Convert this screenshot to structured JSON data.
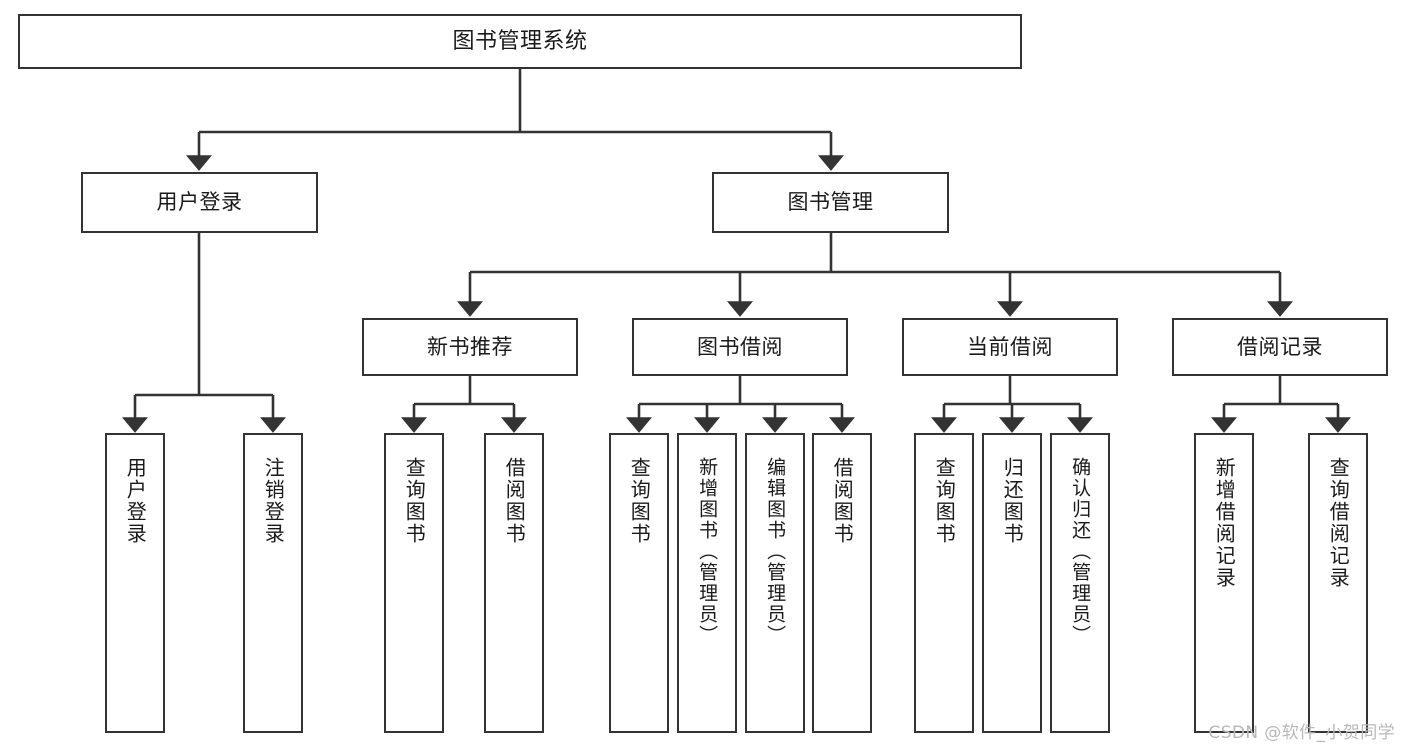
{
  "diagram": {
    "title": "图书管理系统",
    "type": "tree-hierarchy-chart",
    "line_color": "#333333",
    "box_fill": "#ffffff",
    "text_color": "#1a1a1a",
    "watermark": "CSDN @软件_小贺同学",
    "levels": {
      "root": "图书管理系统",
      "level2": [
        "用户登录",
        "图书管理"
      ],
      "level3": [
        "新书推荐",
        "图书借阅",
        "当前借阅",
        "借阅记录"
      ]
    },
    "nodes": {
      "root": {
        "label": "图书管理系统"
      },
      "user_login": {
        "label": "用户登录"
      },
      "book_manage": {
        "label": "图书管理"
      },
      "new_book_rec": {
        "label": "新书推荐"
      },
      "book_borrow": {
        "label": "图书借阅"
      },
      "current_borrow": {
        "label": "当前借阅"
      },
      "borrow_record": {
        "label": "借阅记录"
      },
      "leaf_user_login": {
        "label": "用户登录"
      },
      "leaf_user_logout": {
        "label": "注销登录"
      },
      "leaf_rec_query": {
        "label": "查询图书"
      },
      "leaf_rec_borrow": {
        "label": "借阅图书"
      },
      "leaf_borrow_query": {
        "label": "查询图书"
      },
      "leaf_borrow_add": {
        "label": "新增图书（管理员）"
      },
      "leaf_borrow_edit": {
        "label": "编辑图书（管理员）"
      },
      "leaf_borrow_do": {
        "label": "借阅图书"
      },
      "leaf_cur_query": {
        "label": "查询图书"
      },
      "leaf_cur_return": {
        "label": "归还图书"
      },
      "leaf_cur_confirm": {
        "label": "确认归还（管理员）"
      },
      "leaf_rec_add": {
        "label": "新增借阅记录"
      },
      "leaf_rec_query2": {
        "label": "查询借阅记录"
      }
    }
  }
}
